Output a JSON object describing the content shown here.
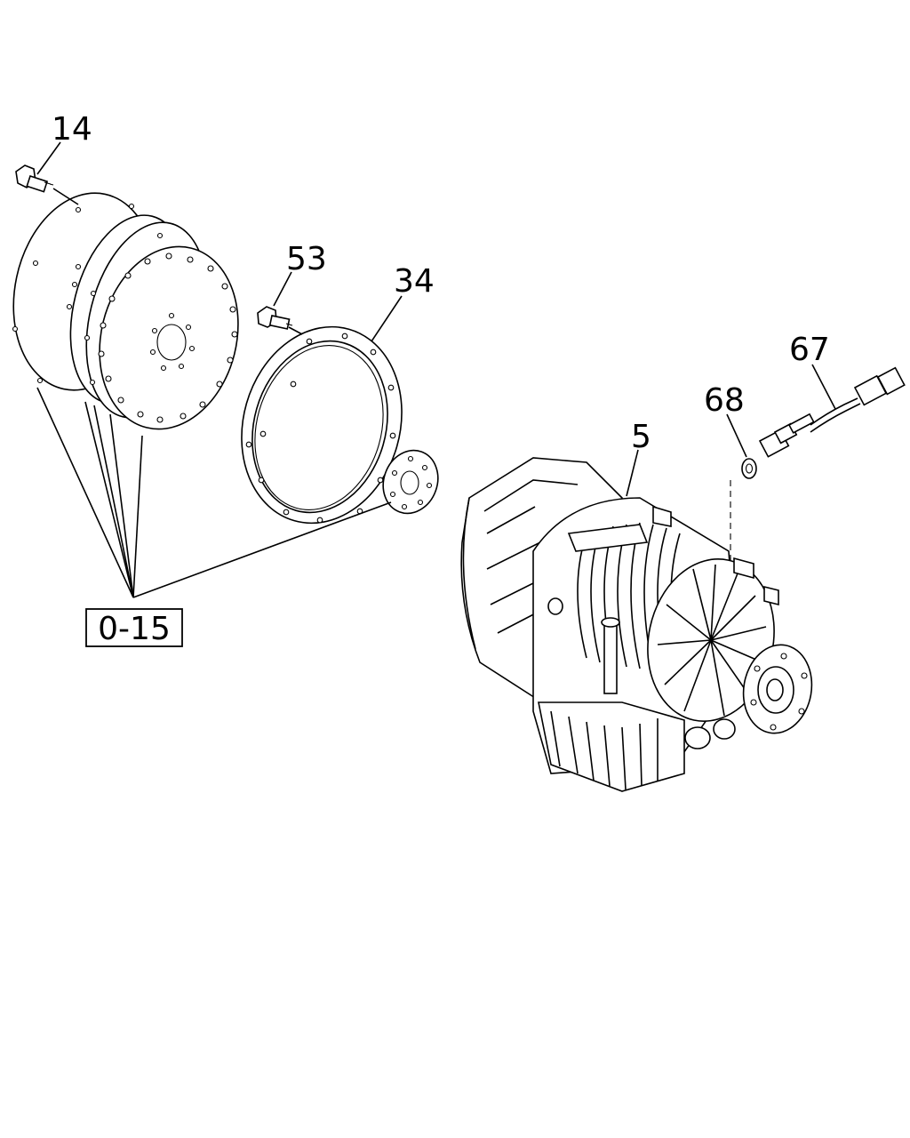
{
  "callouts": {
    "c14": "14",
    "c53": "53",
    "c34": "34",
    "c67": "67",
    "c68": "68",
    "c5": "5",
    "ref": "0-15"
  }
}
